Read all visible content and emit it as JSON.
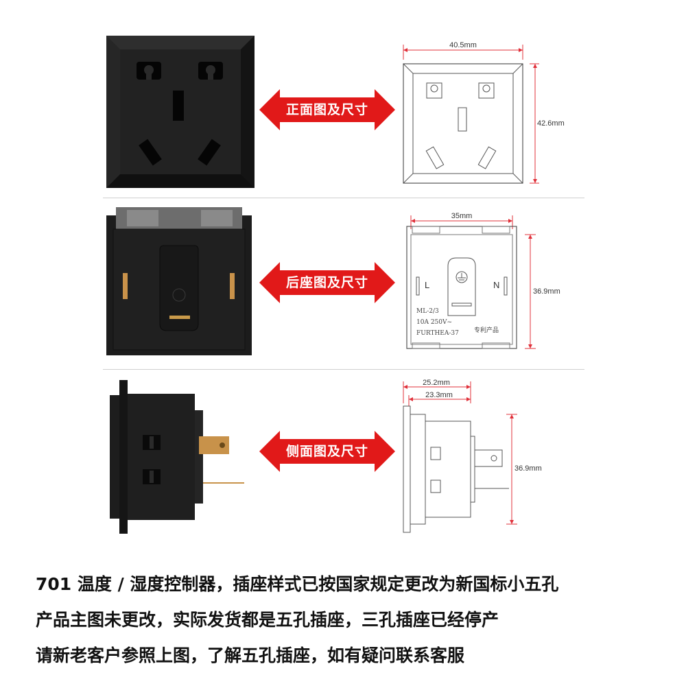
{
  "sections": [
    {
      "id": "front",
      "arrow_label": "正面图及尺寸",
      "dims": {
        "width": "40.5mm",
        "height": "42.6mm"
      }
    },
    {
      "id": "back",
      "arrow_label": "后座图及尺寸",
      "dims": {
        "width": "35mm",
        "height": "36.9mm"
      },
      "labels": {
        "live": "L",
        "neutral": "N",
        "model": "ML-2/3",
        "rating": "10A  250V~",
        "code": "FURTHEA-37",
        "patent": "专利产品"
      }
    },
    {
      "id": "side",
      "arrow_label": "侧面图及尺寸",
      "dims": {
        "width_outer": "25.2mm",
        "width_inner": "23.3mm",
        "height": "36.9mm"
      }
    }
  ],
  "footer": {
    "lines": [
      "701 温度 / 湿度控制器，插座样式已按国家规定更改为新国标小五孔",
      "产品主图未更改，实际发货都是五孔插座，三孔插座已经停产",
      "请新老客户参照上图，了解五孔插座，如有疑问联系客服"
    ]
  },
  "colors": {
    "arrow_red": "#e11919",
    "dimension_red": "#e0303a",
    "socket_black": "#1c1c1c",
    "line_gray": "#555555"
  }
}
